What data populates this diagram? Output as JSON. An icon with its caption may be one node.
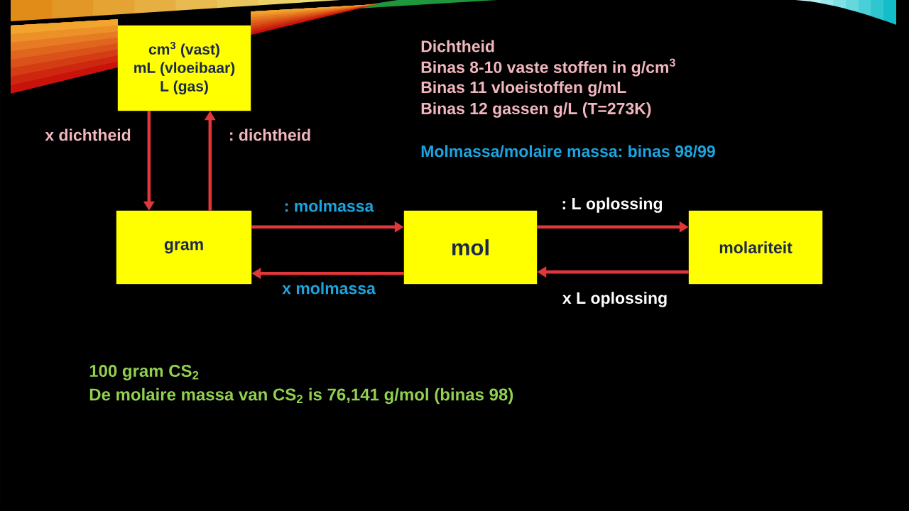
{
  "diagram": {
    "nodes": [
      {
        "text": [
          "cm$^{3}$ (vast)",
          "mL (vloeibaar)",
          "L (gas)"
        ]
      },
      {
        "text": [
          "gram"
        ]
      },
      {
        "text": [
          "mol"
        ]
      },
      {
        "text": [
          "molariteit"
        ]
      }
    ],
    "edges": [
      {
        "from": 0,
        "to": 1,
        "arrow": "to",
        "label": "x dichtheid"
      },
      {
        "from": 1,
        "to": 0,
        "arrow": "to",
        "label": ": dichtheid"
      },
      {
        "from": 1,
        "to": 2,
        "arrow": "to",
        "label": ": molmassa"
      },
      {
        "from": 2,
        "to": 1,
        "arrow": "to",
        "label": "x molmassa"
      },
      {
        "from": 2,
        "to": 3,
        "arrow": "to",
        "label": ": L oplossing"
      },
      {
        "from": 3,
        "to": 2,
        "arrow": "to",
        "label": "x L oplossing"
      }
    ],
    "labels": [
      "Dichtheid",
      "Binas 8-10 vaste stoffen in g/cm$^{3}$",
      "Binas 11 vloeistoffen g/mL",
      "Binas 12 gassen g/L (T=273K)",
      "Molmassa/molaire massa: binas 98/99",
      "100 gram CS$_{2}$",
      "De molaire massa van CS$_{2}$ is 76,141 g/mol (binas 98)"
    ]
  }
}
